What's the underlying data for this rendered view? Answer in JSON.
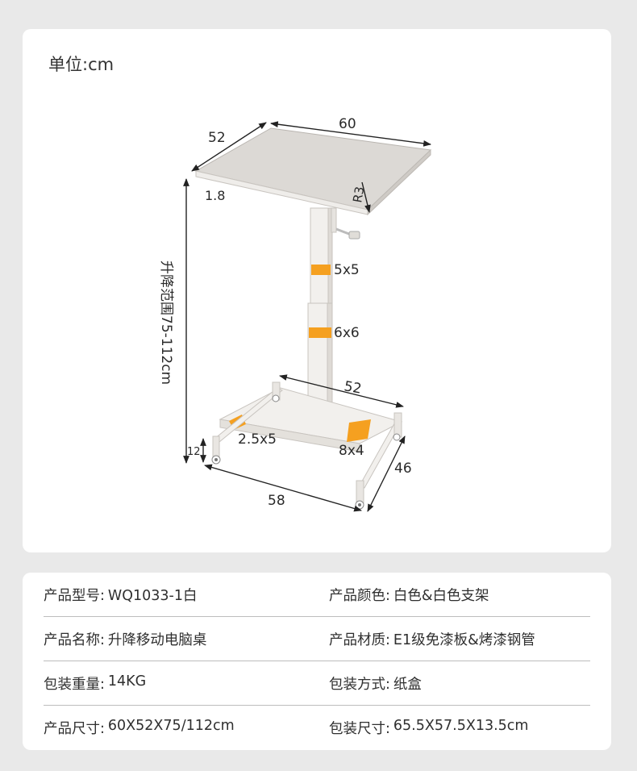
{
  "unit": "单位:cm",
  "dimensions": {
    "top_depth": "52",
    "top_width": "60",
    "top_thickness": "1.8",
    "corner_radius": "R3",
    "upper_column": "5x5",
    "lower_column": "6x6",
    "base_span_top": "52",
    "foot_tube": "2.5x5",
    "base_tube": "8x4",
    "base_depth": "46",
    "base_width": "58",
    "caster_height": "12",
    "height_range": "升降范围75-112cm"
  },
  "colors": {
    "top": "#d9d6d2",
    "frame": "#f1efec",
    "accent": "#f5a020"
  },
  "specs": [
    {
      "left": {
        "label": "产品型号:",
        "value": "WQ1033-1白"
      },
      "right": {
        "label": "产品颜色:",
        "value": "白色&白色支架"
      }
    },
    {
      "left": {
        "label": "产品名称:",
        "value": "升降移动电脑桌"
      },
      "right": {
        "label": "产品材质:",
        "value": "E1级免漆板&烤漆钢管"
      }
    },
    {
      "left": {
        "label": "包装重量:",
        "value": "14KG"
      },
      "right": {
        "label": "包装方式:",
        "value": "纸盒"
      }
    },
    {
      "left": {
        "label": "产品尺寸:",
        "value": "60X52X75/112cm"
      },
      "right": {
        "label": "包装尺寸:",
        "value": "65.5X57.5X13.5cm"
      }
    }
  ]
}
